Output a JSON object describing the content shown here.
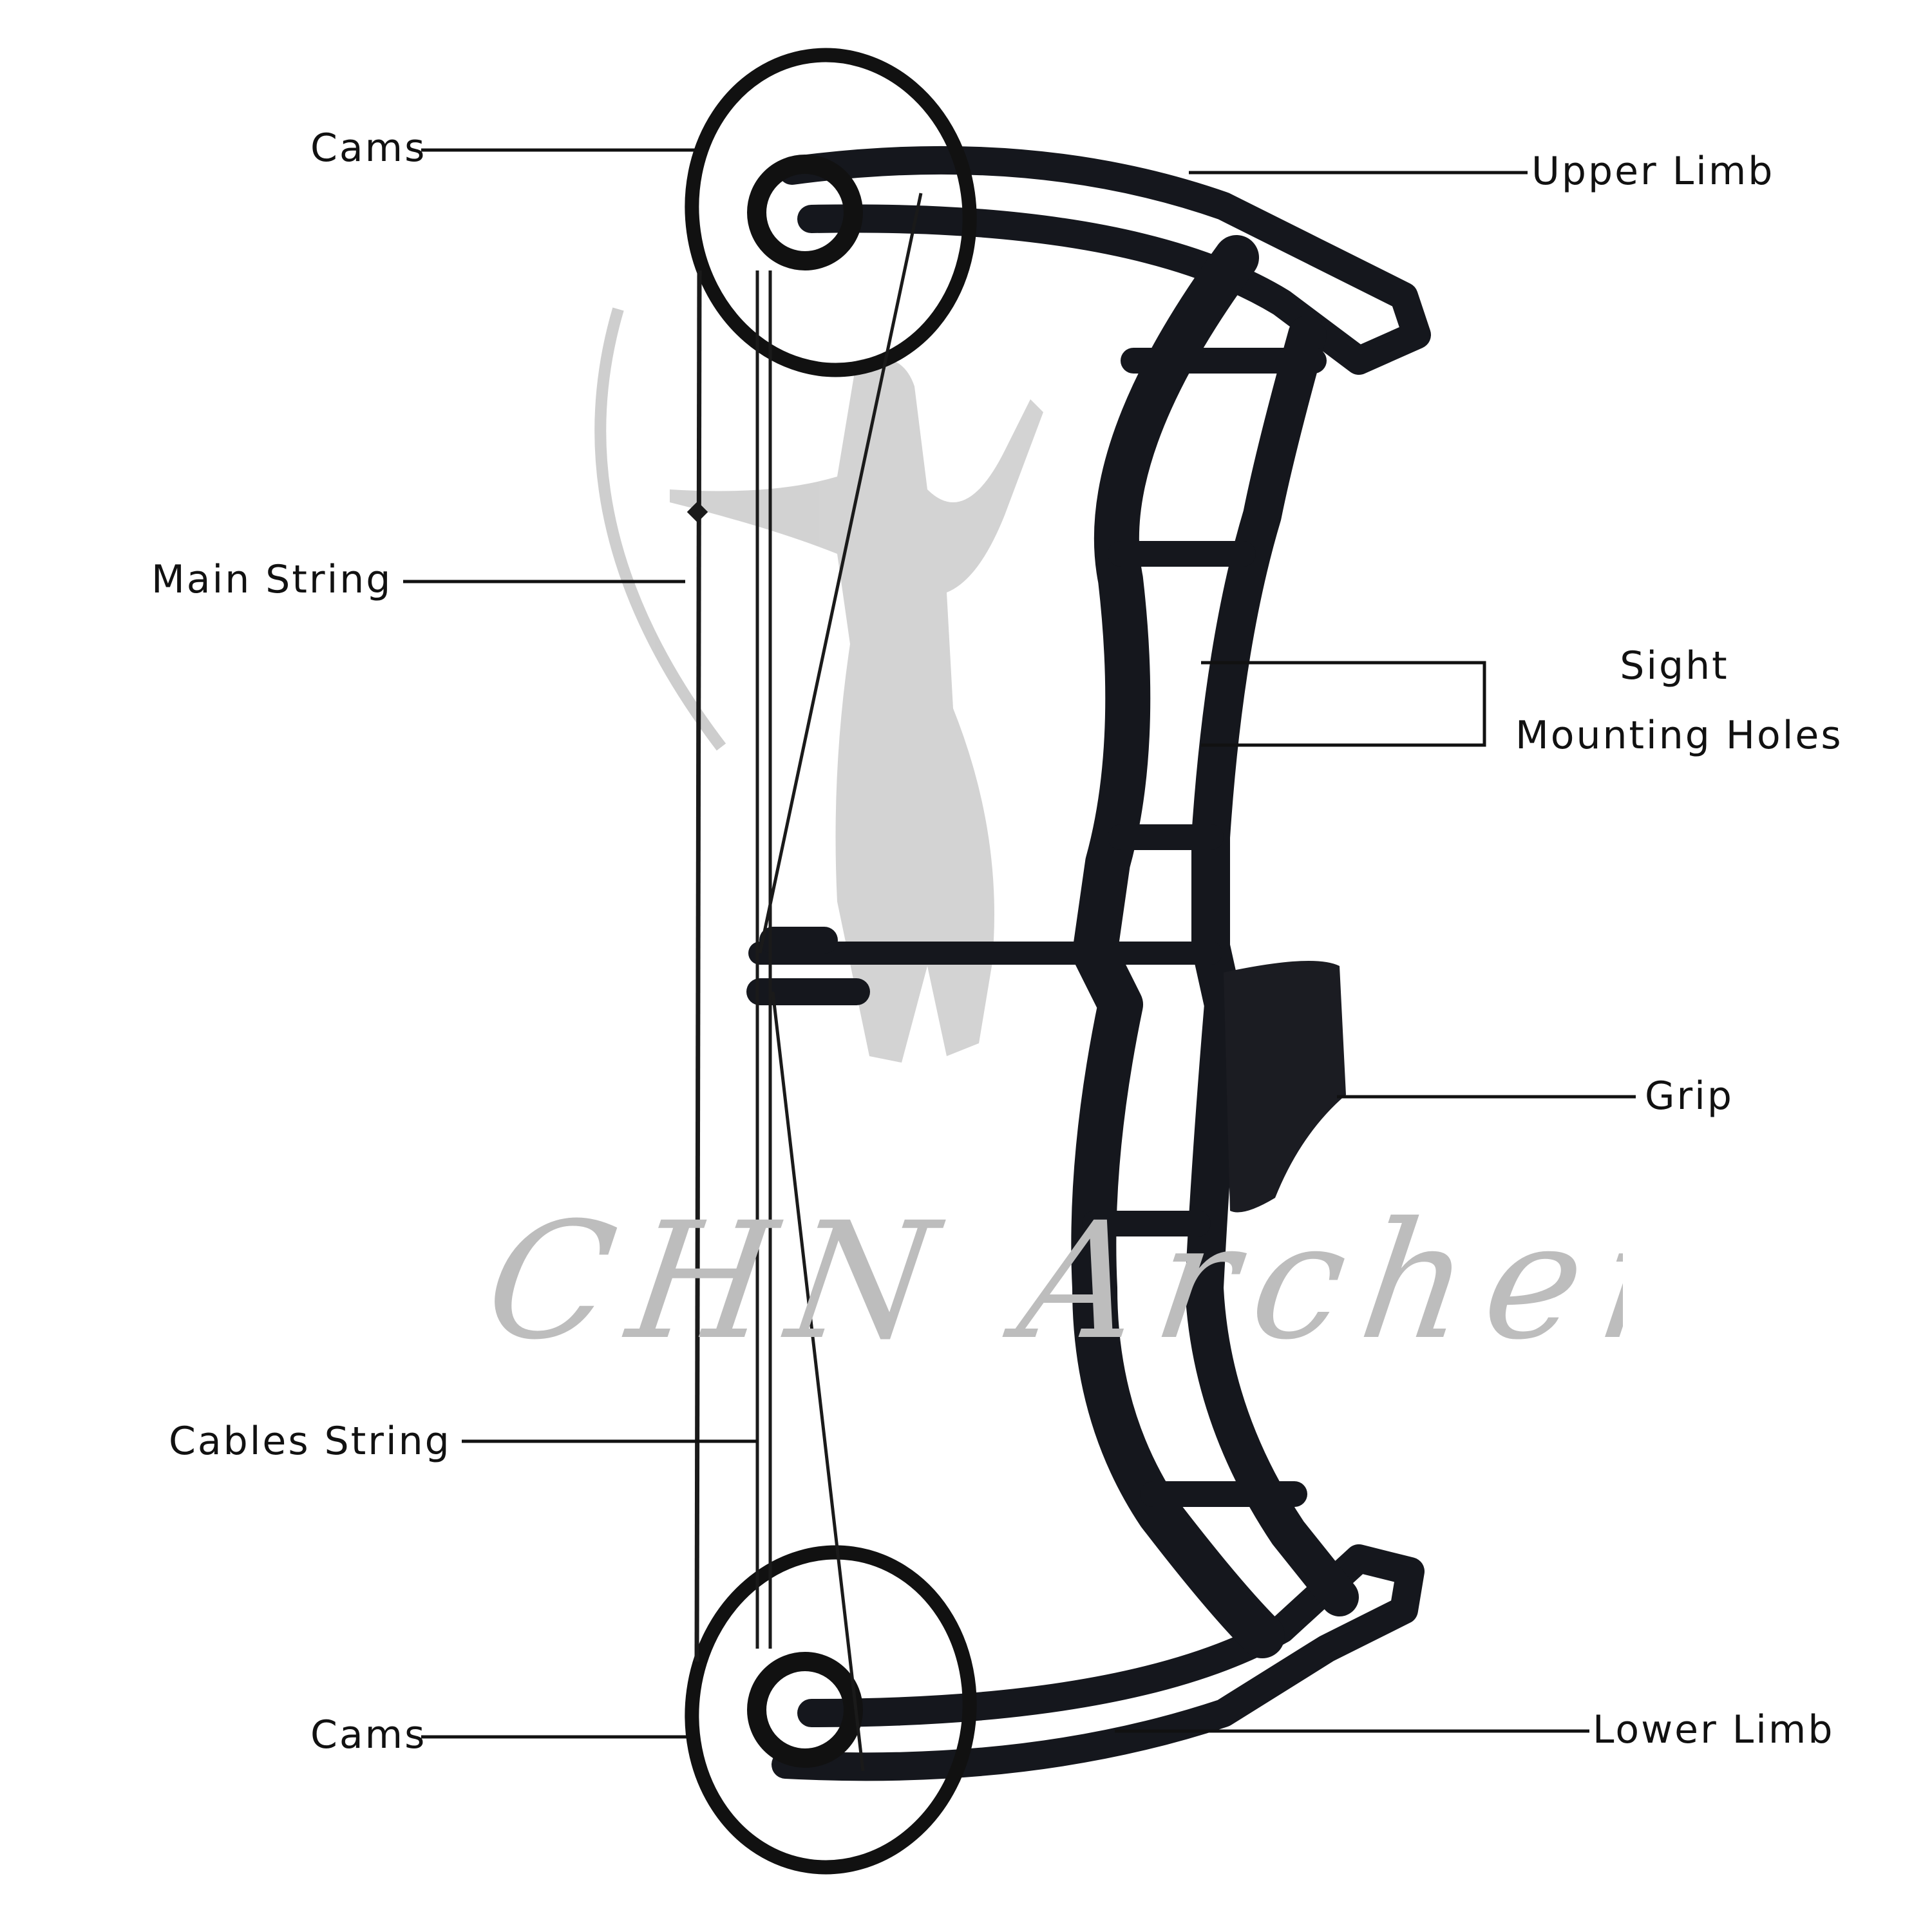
{
  "watermark": {
    "text": "CHN Archery",
    "color": "#9a9a9a"
  },
  "colors": {
    "bow": "#15171d",
    "line": "#111111",
    "string": "#1a1a1a"
  },
  "labels": {
    "cams_top": "Cams",
    "upper_limb": "Upper Limb",
    "main_string": "Main String",
    "sight_line1": "Sight",
    "sight_line2": "Mounting Holes",
    "grip": "Grip",
    "cables_string": "Cables String",
    "cams_bottom": "Cams",
    "lower_limb": "Lower Limb"
  }
}
